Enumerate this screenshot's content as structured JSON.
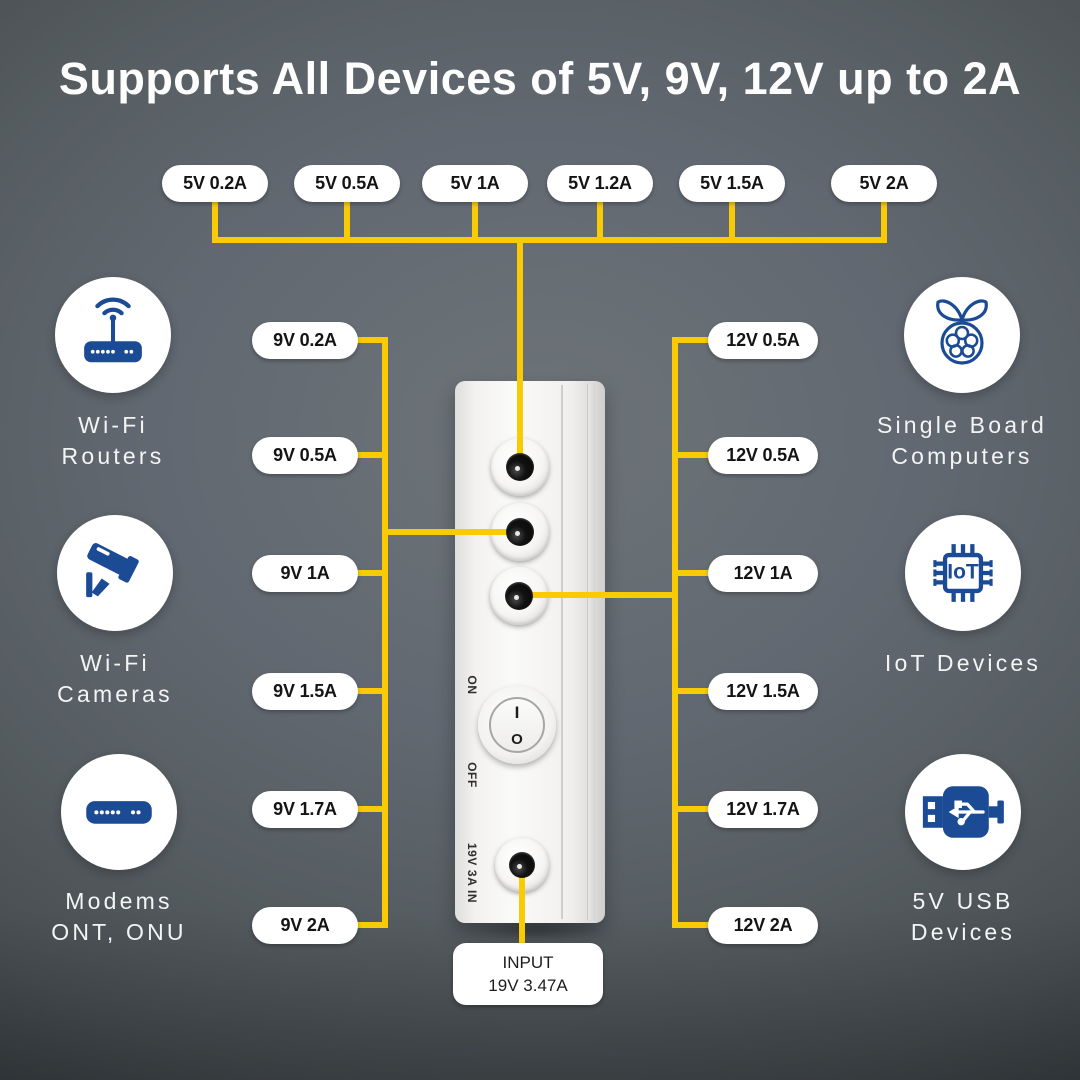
{
  "title": "Supports All Devices of 5V, 9V, 12V up to 2A",
  "colors": {
    "accent_yellow": "#F8CB05",
    "icon_navy": "#1C4B96",
    "pill_background": "#FFFFFF",
    "pill_text": "#141414",
    "background_gray": "#5A6165"
  },
  "pills": {
    "top": [
      "5V 0.2A",
      "5V 0.5A",
      "5V 1A",
      "5V 1.2A",
      "5V 1.5A",
      "5V 2A"
    ],
    "left": [
      "9V 0.2A",
      "9V 0.5A",
      "9V 1A",
      "9V 1.5A",
      "9V 1.7A",
      "9V 2A"
    ],
    "right": [
      "12V 0.5A",
      "12V 0.5A",
      "12V 1A",
      "12V 1.5A",
      "12V 1.7A",
      "12V 2A"
    ]
  },
  "device": {
    "switch": {
      "on_label": "ON",
      "off_label": "OFF",
      "i_symbol": "I",
      "o_symbol": "O"
    },
    "input_port_label": "19V 3A IN",
    "input_callout": {
      "line1": "INPUT",
      "line2": "19V 3.47A"
    }
  },
  "icons": {
    "iot_text": "IoT"
  },
  "devices": {
    "left": [
      {
        "icon": "wifi-router-icon",
        "label_line1": "Wi-Fi",
        "label_line2": "Routers"
      },
      {
        "icon": "cctv-camera-icon",
        "label_line1": "Wi-Fi",
        "label_line2": "Cameras"
      },
      {
        "icon": "modem-icon",
        "label_line1": "Modems",
        "label_line2": "ONT, ONU"
      }
    ],
    "right": [
      {
        "icon": "raspberry-pi-icon",
        "label_line1": "Single Board",
        "label_line2": "Computers"
      },
      {
        "icon": "iot-chip-icon",
        "label_line1": "IoT Devices",
        "label_line2": ""
      },
      {
        "icon": "usb-plug-icon",
        "label_line1": "5V USB",
        "label_line2": "Devices"
      }
    ]
  }
}
